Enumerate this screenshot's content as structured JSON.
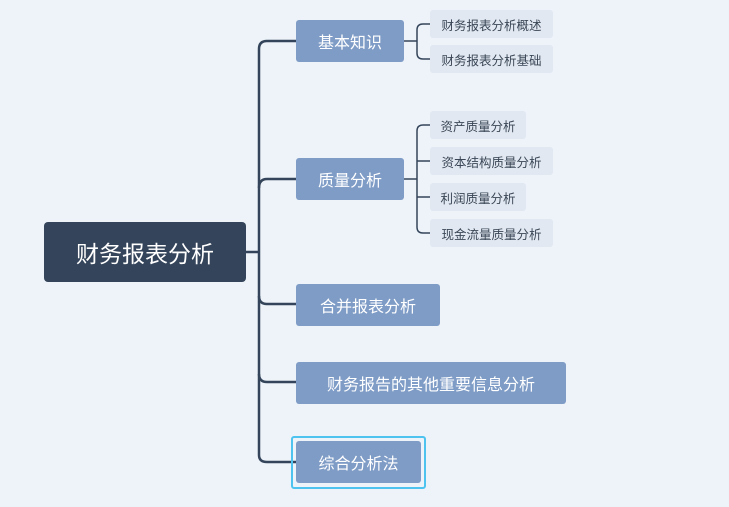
{
  "mindmap": {
    "root": "财务报表分析",
    "branches": [
      {
        "label": "基本知识",
        "children": [
          "财务报表分析概述",
          "财务报表分析基础"
        ]
      },
      {
        "label": "质量分析",
        "children": [
          "资产质量分析",
          "资本结构质量分析",
          "利润质量分析",
          "现金流量质量分析"
        ]
      },
      {
        "label": "合并报表分析",
        "children": []
      },
      {
        "label": "财务报告的其他重要信息分析",
        "children": []
      },
      {
        "label": "综合分析法",
        "children": [],
        "selected": true
      }
    ]
  },
  "colors": {
    "background": "#edf3f9",
    "root_fill": "#34445a",
    "branch_fill": "#7f9cc6",
    "leaf_fill": "#e1e8f1",
    "connector": "#34445a",
    "selection": "#4fc3f0"
  }
}
